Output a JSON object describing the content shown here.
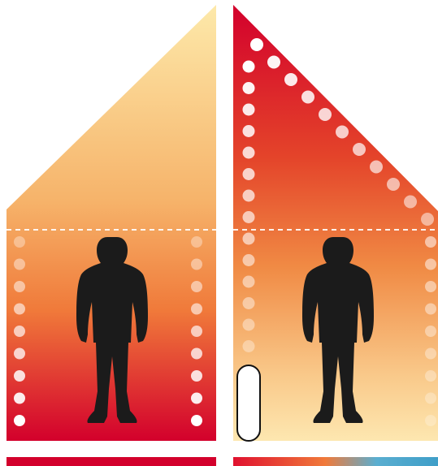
{
  "colors": {
    "deep_red": "#d3002c",
    "red": "#e03a2a",
    "orange": "#f07a3a",
    "light_orange": "#f6b36a",
    "pale_yellow": "#fde7a6",
    "silhouette": "#1b1b1b",
    "blue": "#3f9ec8",
    "white": "#ffffff",
    "divider": "#ffffff"
  },
  "panels": [
    {
      "id": "left",
      "description_key": "heat-rises-house",
      "silhouette_icon": "person-silhouette-icon",
      "dots_icon": "heat-dot-icon"
    },
    {
      "id": "right",
      "description_key": "radiant-heating-house",
      "silhouette_icon": "person-silhouette-icon",
      "dots_icon": "heat-dot-icon",
      "heater_icon": "radiator-icon"
    }
  ]
}
